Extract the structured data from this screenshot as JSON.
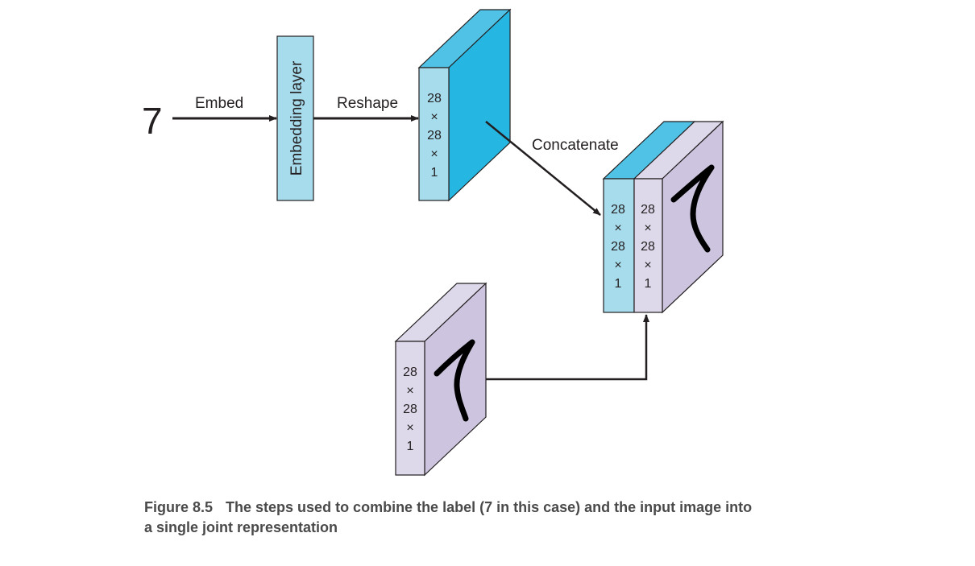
{
  "diagram": {
    "input_label": "7",
    "embed_label": "Embed",
    "embedding_layer_label": "Embedding layer",
    "reshape_label": "Reshape",
    "concatenate_label": "Concatenate",
    "dims": [
      "28",
      "×",
      "28",
      "×",
      "1"
    ]
  },
  "caption": {
    "label": "Figure 8.5",
    "text": "The steps used to combine the label (7 in this case) and the input image into a single joint representation"
  },
  "colors": {
    "blue_face": "#a6dcec",
    "blue_top": "#4fc2e5",
    "blue_side": "#25b7e2",
    "purple_face": "#ddd8ea",
    "purple_top": "#ddd8ea",
    "purple_side": "#cdc5df",
    "stroke": "#231f20",
    "caption_text": "#4a4a4a"
  }
}
